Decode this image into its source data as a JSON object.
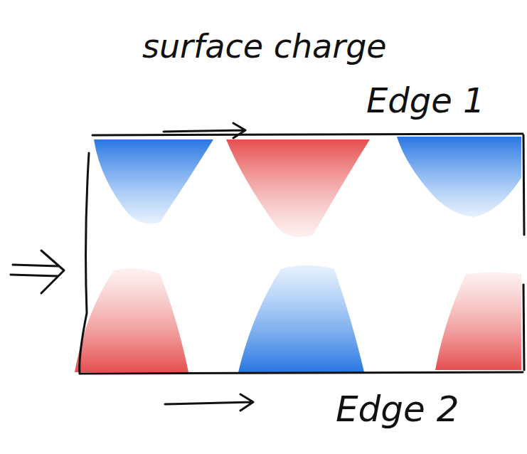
{
  "diagram": {
    "labels": [
      "surface charge",
      "Edge 1",
      "Edge 2"
    ]
  }
}
